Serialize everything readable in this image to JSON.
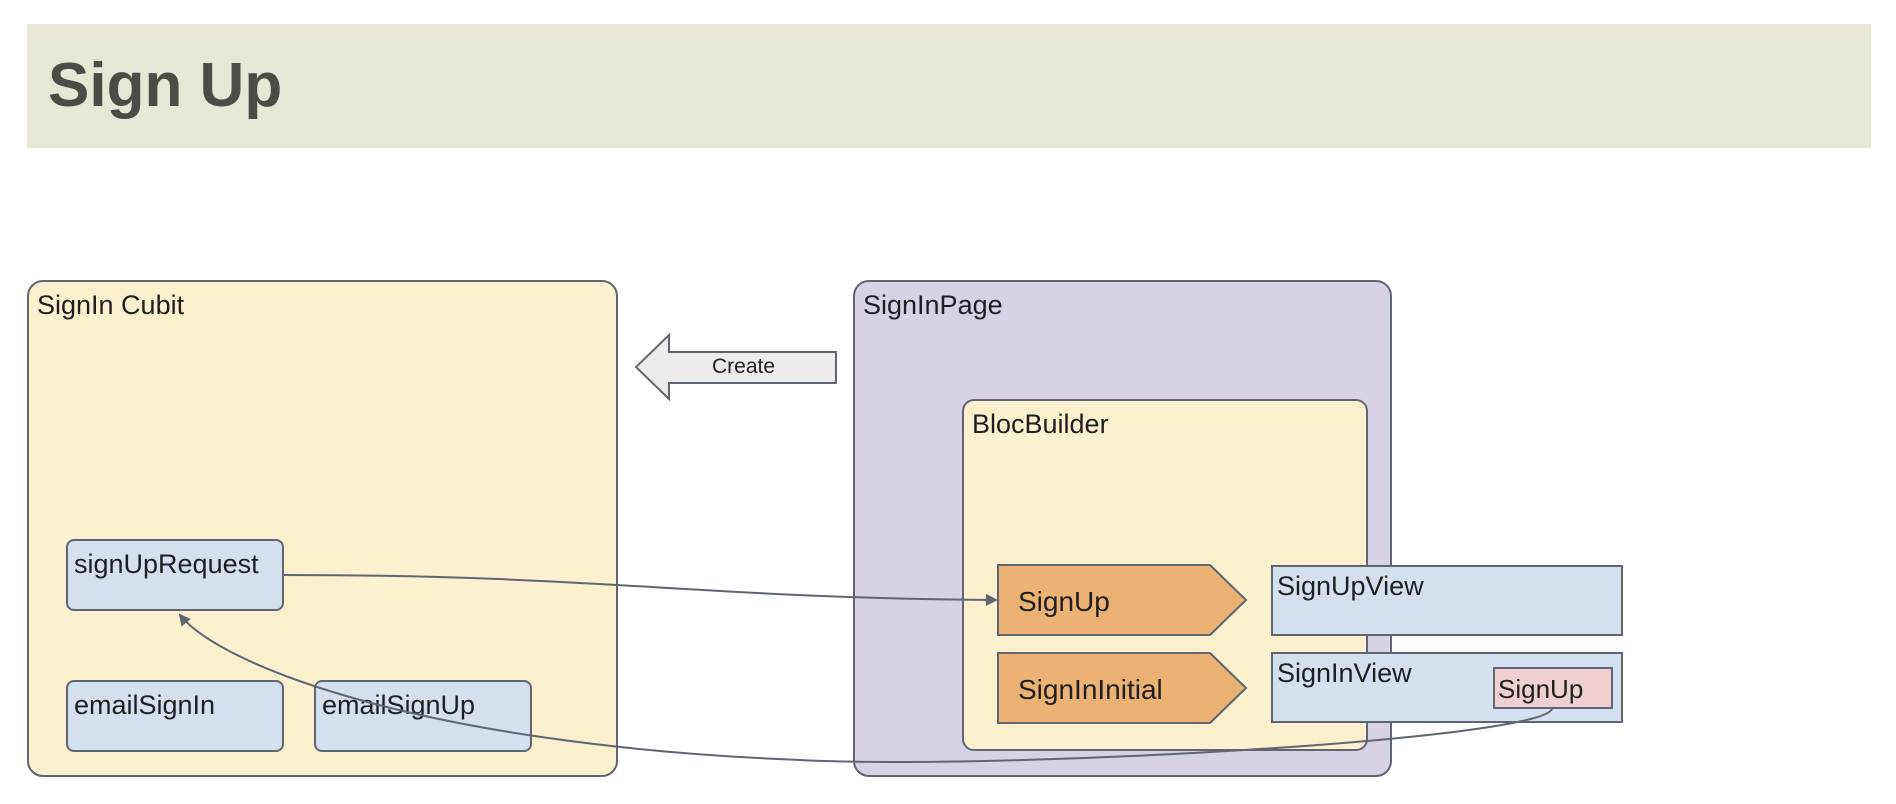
{
  "header": {
    "title": "Sign Up"
  },
  "cubit": {
    "label": "SignIn Cubit",
    "methods": [
      "signUpRequest",
      "emailSignIn",
      "emailSignUp"
    ]
  },
  "create_arrow": {
    "label": "Create"
  },
  "page": {
    "label": "SignInPage",
    "builder": {
      "label": "BlocBuilder",
      "states": [
        "SignUp",
        "SignInInitial"
      ]
    },
    "views": {
      "signup_view": "SignUpView",
      "signin_view": "SignInView",
      "signup_button": "SignUp"
    }
  },
  "colors": {
    "header_bg": "#e8e6d5",
    "cubit_bg": "#fcf0cf",
    "page_bg": "#d8d2e6",
    "method_bg": "#d4e0f0",
    "state_bg": "#ebb274",
    "button_bg": "#efcfd0",
    "stroke": "#5f6672"
  }
}
